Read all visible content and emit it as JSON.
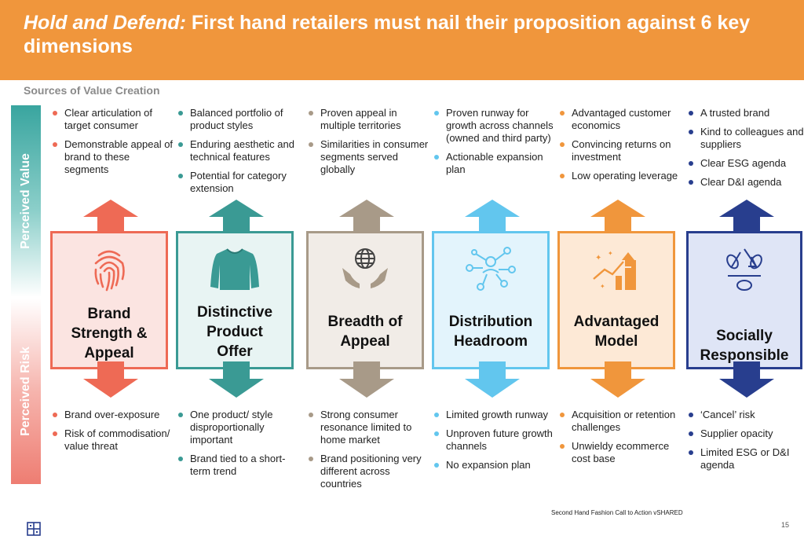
{
  "header": {
    "title_italic": "Hold and Defend:",
    "title_rest": " First hand retailers must nail their proposition against 6 key dimensions"
  },
  "sources_label": "Sources of Value Creation",
  "side": {
    "top_label": "Perceived Value",
    "bottom_label": "Perceived Risk"
  },
  "colors": {
    "brand": "#ee6a55",
    "product": "#3a9a94",
    "breadth": "#a89a88",
    "distribution": "#62c6ee",
    "model": "#f0963c",
    "social": "#283e8e",
    "header": "#f0963c"
  },
  "columns": [
    {
      "key": "brand",
      "icon": "fingerprint-icon",
      "label": [
        "Brand",
        "Strength &",
        "Appeal"
      ],
      "value_points": [
        "Clear articulation of target consumer",
        "Demonstrable appeal of brand to these segments"
      ],
      "risk_points": [
        "Brand over-exposure",
        "Risk of commodisation/ value threat"
      ]
    },
    {
      "key": "product",
      "icon": "sweater-icon",
      "label": [
        "Distinctive",
        "Product",
        "Offer"
      ],
      "value_points": [
        "Balanced portfolio of product styles",
        "Enduring aesthetic and technical features",
        "Potential for category extension"
      ],
      "risk_points": [
        "One product/ style disproportionally important",
        "Brand tied to a short-term trend"
      ]
    },
    {
      "key": "breadth",
      "icon": "globe-in-hands-icon",
      "label": [
        "Breadth of",
        "Appeal"
      ],
      "value_points": [
        "Proven appeal in multiple territories",
        "Similarities in consumer segments served globally"
      ],
      "risk_points": [
        "Strong consumer resonance limited to home market",
        "Brand positioning very different across countries"
      ]
    },
    {
      "key": "distribution",
      "icon": "network-icon",
      "label": [
        "Distribution",
        "Headroom"
      ],
      "value_points": [
        "Proven runway for growth across channels (owned and third party)",
        "Actionable expansion plan"
      ],
      "risk_points": [
        "Limited growth runway",
        "Unproven future growth channels",
        "No expansion plan"
      ]
    },
    {
      "key": "model",
      "icon": "growth-chart-icon",
      "label": [
        "Advantaged",
        "Model"
      ],
      "value_points": [
        "Advantaged customer economics",
        "Convincing returns on investment",
        "Low operating leverage"
      ],
      "risk_points": [
        "Acquisition or retention challenges",
        "Unwieldy ecommerce cost base"
      ]
    },
    {
      "key": "social",
      "icon": "recycle-leaves-icon",
      "label": [
        "Socially",
        "Responsible"
      ],
      "value_points": [
        "A trusted brand",
        "Kind to colleagues and suppliers",
        "Clear ESG agenda",
        "Clear D&I agenda"
      ],
      "risk_points": [
        "‘Cancel’ risk",
        "Supplier opacity",
        "Limited ESG or D&I agenda"
      ]
    }
  ],
  "footer": {
    "note": "Second Hand Fashion Call to Action vSHARED",
    "page": "15"
  }
}
